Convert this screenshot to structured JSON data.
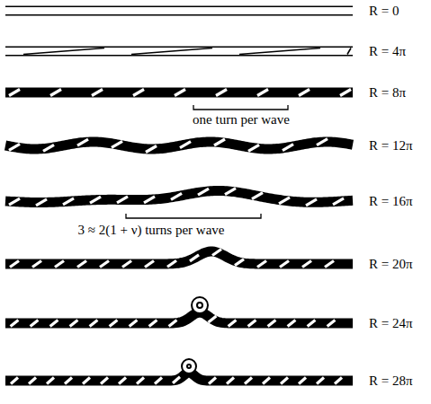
{
  "diagram": {
    "labels": [
      "R = 0",
      "R = 4π",
      "R = 8π",
      "one turn per wave",
      "R = 12π",
      "R = 16π",
      "3 ≈ 2(1 + ν) turns per wave",
      "R = 20π",
      "R = 24π",
      "R = 28π"
    ]
  }
}
